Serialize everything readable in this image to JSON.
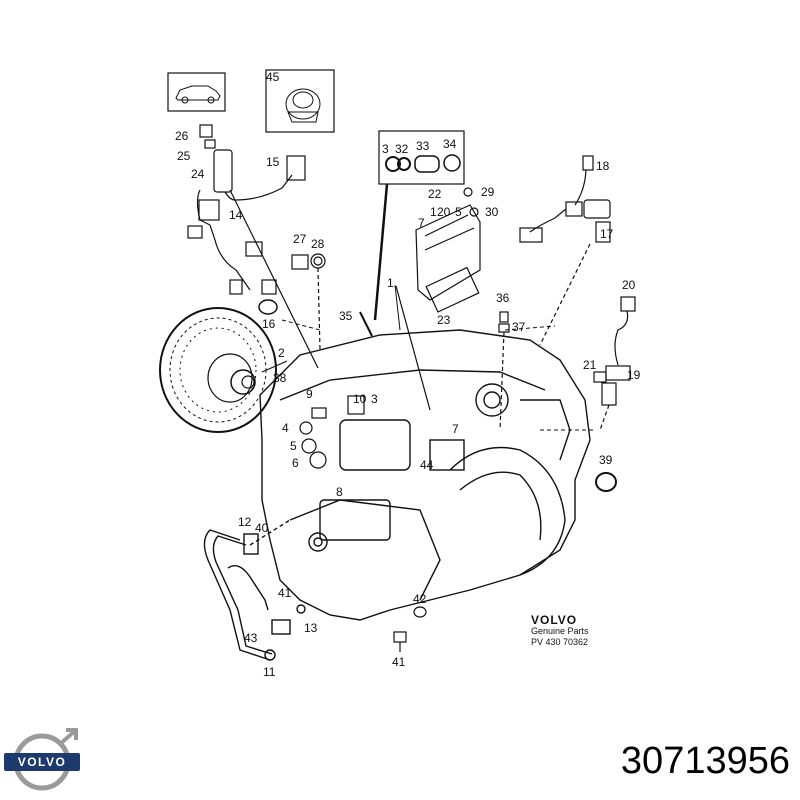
{
  "diagram": {
    "callouts": [
      "26",
      "25",
      "24",
      "15",
      "14",
      "27",
      "28",
      "45",
      "3",
      "32",
      "33",
      "34",
      "22",
      "29",
      "20",
      "1",
      "5",
      "30",
      "7",
      "18",
      "17",
      "2",
      "38",
      "16",
      "36",
      "37",
      "35",
      "1",
      "23",
      "20",
      "21",
      "19",
      "39",
      "9",
      "10",
      "3",
      "4",
      "5",
      "6",
      "7",
      "44",
      "8",
      "12",
      "40",
      "41",
      "13",
      "43",
      "11",
      "42",
      "41"
    ],
    "legend_brand": "VOLVO",
    "legend_sub": "Genuine Parts",
    "legend_code": "PV 430 70362"
  },
  "footer": {
    "logo_text": "VOLVO",
    "part_number": "30713956"
  },
  "colors": {
    "ink": "#111111",
    "logo_ring": "#9a9a9a",
    "logo_band": "#1d3a6e"
  }
}
